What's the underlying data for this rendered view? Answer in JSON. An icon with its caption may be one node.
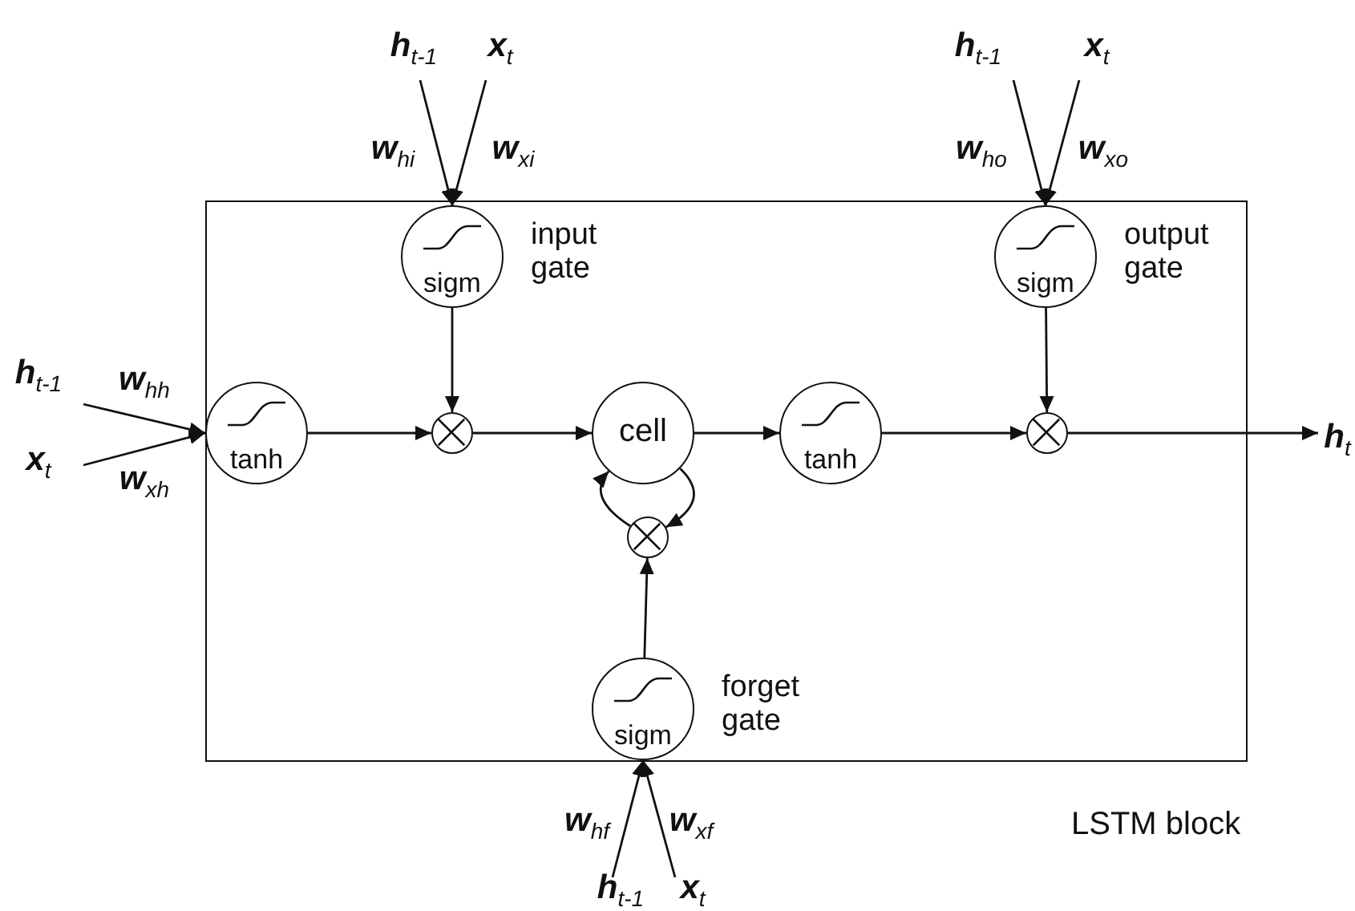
{
  "diagram": {
    "nodes": [
      {
        "text": [
          "LSTM block"
        ]
      },
      {
        "text": [
          "sigm"
        ],
        "beside": [
          "input gate"
        ],
        "in": 0
      },
      {
        "text": [
          "sigm"
        ],
        "beside": [
          "output gate"
        ],
        "in": 0
      },
      {
        "text": [
          "tanh"
        ],
        "in": 0
      },
      {
        "text": [],
        "shape": "circle",
        "in": 0
      },
      {
        "text": [
          "cell"
        ],
        "in": 0
      },
      {
        "text": [
          "tanh"
        ],
        "in": 0
      },
      {
        "text": [],
        "shape": "circle",
        "in": 0
      },
      {
        "text": [],
        "shape": "circle",
        "in": 0
      },
      {
        "text": [
          "sigm"
        ],
        "beside": [
          "forget gate"
        ],
        "in": 0
      },
      {
        "text": [
          "h$_{t-1}$"
        ]
      },
      {
        "text": [
          "x$_{t}$"
        ]
      },
      {
        "text": [
          "h$_{t-1}$"
        ]
      },
      {
        "text": [
          "x$_{t}$"
        ]
      },
      {
        "text": [
          "h$_{t-1}$"
        ]
      },
      {
        "text": [
          "x$_{t}$"
        ]
      },
      {
        "text": [
          "h$_{t-1}$"
        ]
      },
      {
        "text": [
          "x$_{t}$"
        ]
      },
      {
        "text": [
          "h$_{t}$"
        ]
      }
    ],
    "edges": [
      {
        "from": 10,
        "to": 1,
        "arrow": "to",
        "label": "w$_{hi}$"
      },
      {
        "from": 11,
        "to": 1,
        "arrow": "to",
        "label": "w$_{xi}$"
      },
      {
        "from": 12,
        "to": 2,
        "arrow": "to",
        "label": "w$_{ho}$"
      },
      {
        "from": 13,
        "to": 2,
        "arrow": "to",
        "label": "w$_{xo}$"
      },
      {
        "from": 14,
        "to": 3,
        "arrow": "to",
        "label": "w$_{hh}$"
      },
      {
        "from": 15,
        "to": 3,
        "arrow": "to",
        "label": "w$_{xh}$"
      },
      {
        "from": 16,
        "to": 9,
        "arrow": "to",
        "label": "w$_{hf}$"
      },
      {
        "from": 17,
        "to": 9,
        "arrow": "to",
        "label": "w$_{xf}$"
      },
      {
        "from": 3,
        "to": 4,
        "arrow": "to"
      },
      {
        "from": 1,
        "to": 4,
        "arrow": "to"
      },
      {
        "from": 4,
        "to": 5,
        "arrow": "to"
      },
      {
        "from": 5,
        "to": 6,
        "arrow": "to"
      },
      {
        "from": 6,
        "to": 7,
        "arrow": "to"
      },
      {
        "from": 2,
        "to": 7,
        "arrow": "to"
      },
      {
        "from": 7,
        "to": 18,
        "arrow": "to"
      },
      {
        "from": 9,
        "to": 8,
        "arrow": "to"
      },
      {
        "from": 5,
        "to": 8,
        "arrow": "to"
      },
      {
        "from": 8,
        "to": 5,
        "arrow": "to"
      }
    ]
  }
}
